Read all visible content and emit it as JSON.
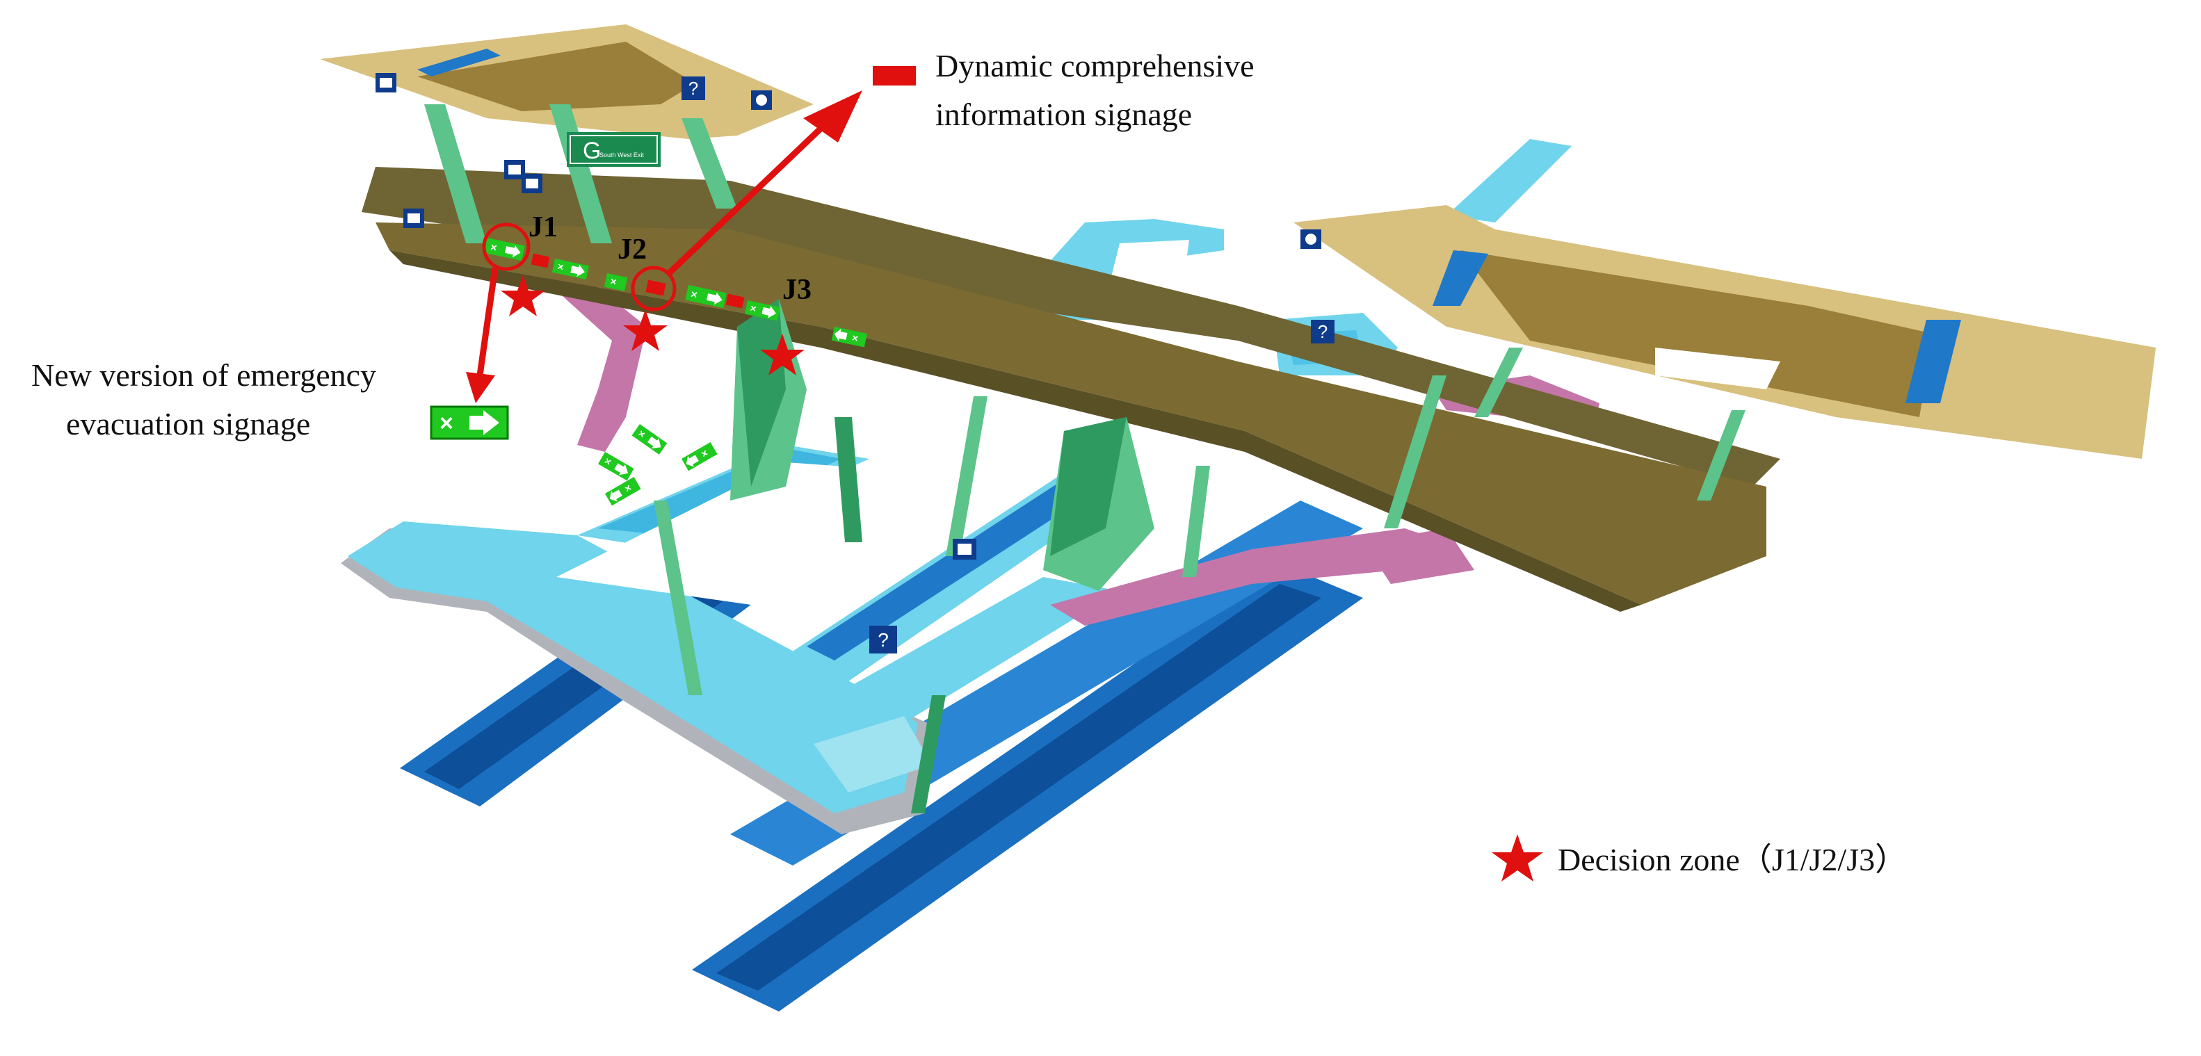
{
  "legend": {
    "dynamic_signage_line1": "Dynamic comprehensive",
    "dynamic_signage_line2": "information signage",
    "evac_signage_line1": "New version of emergency",
    "evac_signage_line2": "evacuation signage",
    "decision_zone": "Decision zone（J1/J2/J3）"
  },
  "junctions": [
    "J1",
    "J2",
    "J3"
  ],
  "exit_sign": {
    "letter": "G",
    "text": "South West Exit"
  },
  "icons": {
    "info": "?",
    "toilet": "🚻"
  },
  "colors": {
    "corridor": "#6f6433",
    "concourse_light": "#d8c07e",
    "concourse_mid": "#9a7f3a",
    "platform_light": "#5fd0e8",
    "platform_dark": "#1f78c8",
    "track_dark": "#0d4f98",
    "stairs": "#5cc38a",
    "stairs_dark": "#2f9a5f",
    "ramp": "#c476a9",
    "sign_green": "#1fc91f",
    "sign_red": "#e0100e",
    "floor_edge": "#b0b4ba",
    "info_box": "#0f3b8c",
    "exit_sign": "#1a8a4f"
  }
}
